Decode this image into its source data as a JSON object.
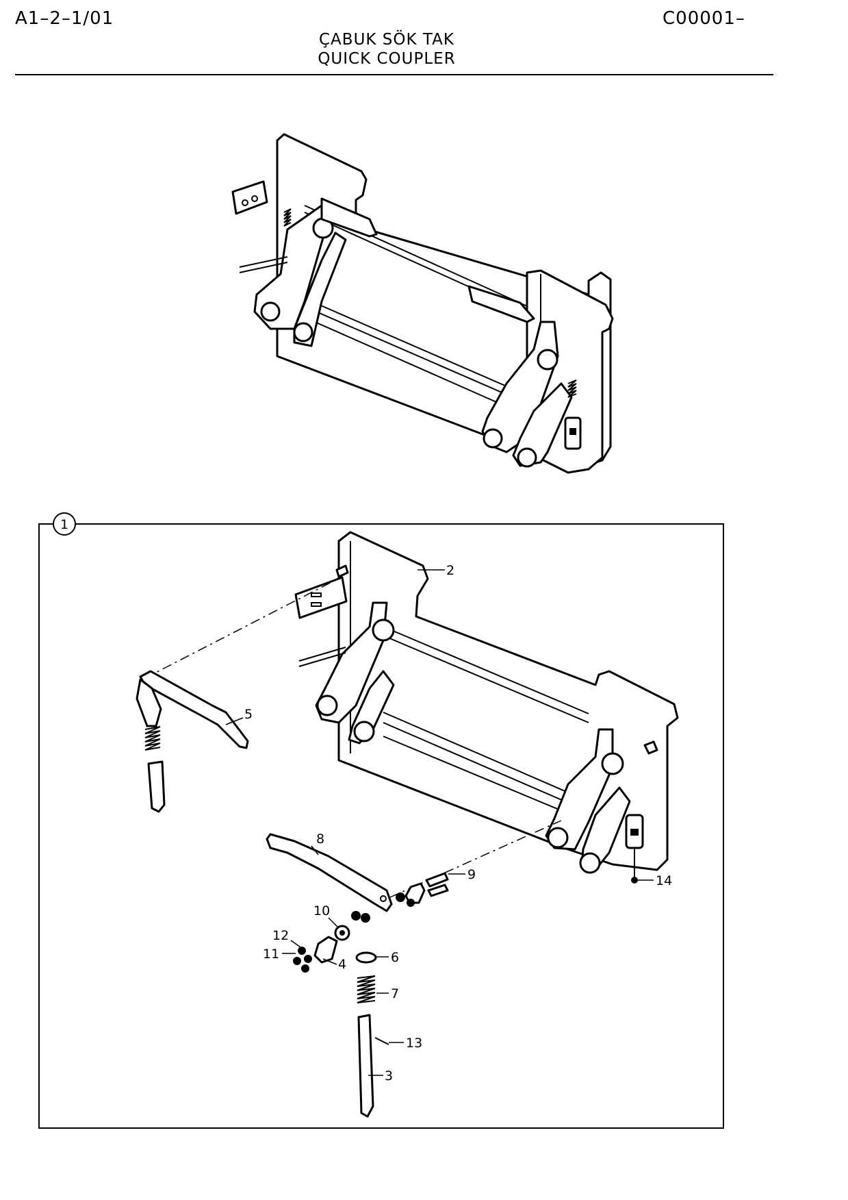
{
  "header": {
    "code_left": "A1–2–1/01",
    "code_right": "C00001–",
    "title_tr": "ÇABUK SÖK TAK",
    "title_en": "QUICK COUPLER"
  },
  "diagram": {
    "group_label": "1",
    "callouts": [
      {
        "id": "2",
        "text": "2"
      },
      {
        "id": "3",
        "text": "3"
      },
      {
        "id": "4",
        "text": "4"
      },
      {
        "id": "5",
        "text": "5"
      },
      {
        "id": "6",
        "text": "6"
      },
      {
        "id": "7",
        "text": "7"
      },
      {
        "id": "8",
        "text": "8"
      },
      {
        "id": "9",
        "text": "9"
      },
      {
        "id": "10",
        "text": "10"
      },
      {
        "id": "11",
        "text": "11"
      },
      {
        "id": "12",
        "text": "12"
      },
      {
        "id": "13",
        "text": "13"
      },
      {
        "id": "14",
        "text": "14"
      }
    ]
  }
}
